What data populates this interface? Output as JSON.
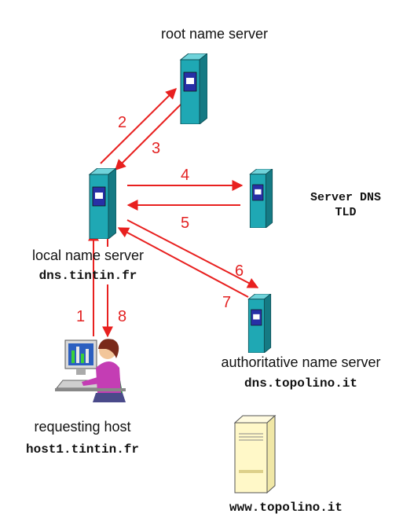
{
  "colors": {
    "arrow": "#e8201f",
    "server_front": "#1fa8b4",
    "server_top": "#6fd3da",
    "server_side": "#157a84",
    "server_bay": "#2730a6",
    "web_server": "#fff8c8"
  },
  "nodes": {
    "root": {
      "label": "root name server",
      "icon": "server-tower-icon"
    },
    "tld": {
      "label_line1": "Server DNS",
      "label_line2": "TLD",
      "icon": "server-tower-icon"
    },
    "local": {
      "label": "local name server",
      "hostname": "dns.tintin.fr",
      "icon": "server-tower-icon"
    },
    "authoritative": {
      "label": "authoritative name server",
      "hostname": "dns.topolino.it",
      "icon": "server-tower-icon"
    },
    "requesting": {
      "label": "requesting host",
      "hostname": "host1.tintin.fr",
      "icon": "user-at-computer-icon"
    },
    "web": {
      "hostname": "www.topolino.it",
      "icon": "web-server-icon"
    }
  },
  "steps": [
    "1",
    "2",
    "3",
    "4",
    "5",
    "6",
    "7",
    "8"
  ]
}
